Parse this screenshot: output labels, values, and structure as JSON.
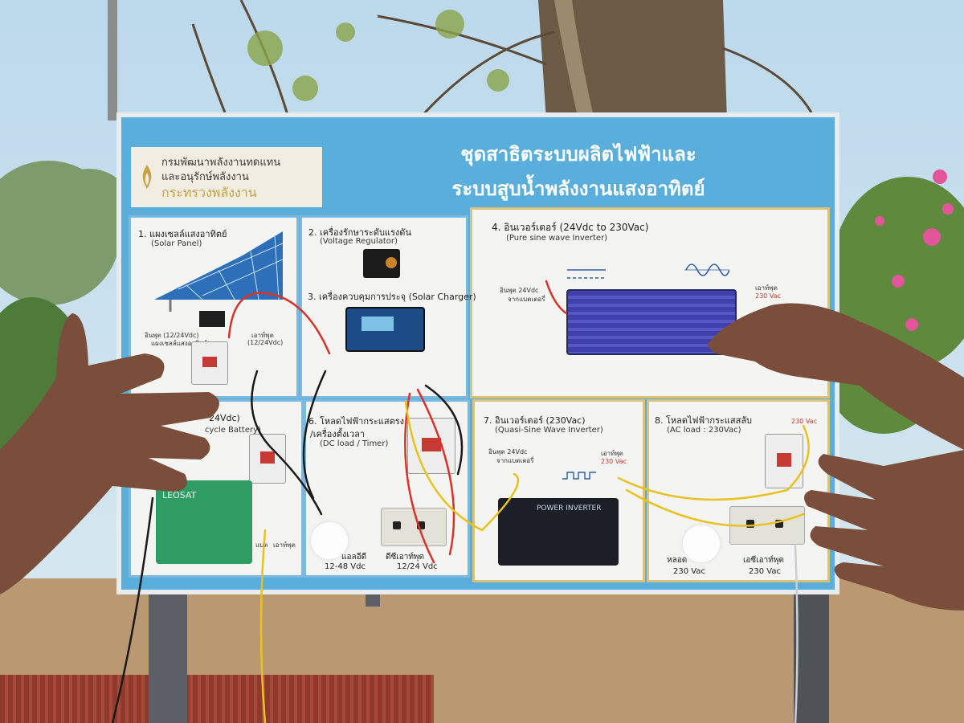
{
  "board": {
    "title_line1": "ชุดสาธิตระบบผลิตไฟฟ้าและ",
    "title_line2": "ระบบสูบน้ำพลังงานแสงอาทิตย์",
    "logo": {
      "line1": "กรมพัฒนาพลังงานทดแทน",
      "line2": "และอนุรักษ์พลังงาน",
      "line3": "กระทรวงพลังงาน"
    }
  },
  "panels": {
    "p1": {
      "label": "1. แผงเซลล์แสงอาทิตย์",
      "sub": "(Solar Panel)",
      "in_label": "อินพุต (12/24Vdc)",
      "in_sub": "แผงเซลล์แสงอาทิตย์",
      "out_label": "เอาท์พุต",
      "out_sub": "(12/24Vdc)"
    },
    "p2": {
      "label": "2. เครื่องรักษาระดับแรงดัน",
      "sub": "(Voltage Regulator)"
    },
    "p3": {
      "label": "3. เครื่องควบคุมการประจุ (Solar Charger)"
    },
    "p4": {
      "label": "4. อินเวอร์เตอร์ (24Vdc to 230Vac)",
      "sub": "(Pure sine wave Inverter)",
      "in_label": "อินพุต 24Vdc",
      "in_sub": "จากแบตเตอรี่",
      "out_label": "เอาท์พุต",
      "out_sub": "230 Vac"
    },
    "p5": {
      "label": "24Vdc)",
      "sub": "cycle Battery)",
      "battery_brand": "LEOSAT",
      "bottom_label": "แบต",
      "bottom_label2": "เอาท์พุต"
    },
    "p6": {
      "label": "6. โหลดไฟฟ้ากระแสตรง",
      "label2": "/เครื่องตั้งเวลา",
      "sub": "(DC load / Timer)",
      "led_label": "แอลอีดี",
      "led_sub": "12-48 Vdc",
      "dc_out_label": "ดีซีเอาท์พุต",
      "dc_out_sub": "12/24 Vdc"
    },
    "p7": {
      "label": "7. อินเวอร์เตอร์ (230Vac)",
      "sub": "(Quasi-Sine Wave Inverter)",
      "in_label": "อินพุต 24Vdc",
      "in_sub": "จากแบตเตอรี่",
      "out_label": "เอาท์พุต",
      "out_sub": "230 Vac",
      "brand": "POWER INVERTER"
    },
    "p8": {
      "label": "8. โหลดไฟฟ้ากระแสสลับ",
      "sub": "(AC load : 230Vac)",
      "top_value": "230 Vac",
      "lamp_label": "หลอด",
      "lamp_sub": "230 Vac",
      "ac_out_label": "เอซีเอาท์พุต",
      "ac_out_sub": "230 Vac"
    }
  },
  "colors": {
    "board_blue": "#5aaedc",
    "panel_bg": "#f4f4f2",
    "title_text": "#ffffff",
    "inverter_blue": "#3f3fae",
    "battery_green": "#2f9c63",
    "skin": "#7a4e3a"
  }
}
